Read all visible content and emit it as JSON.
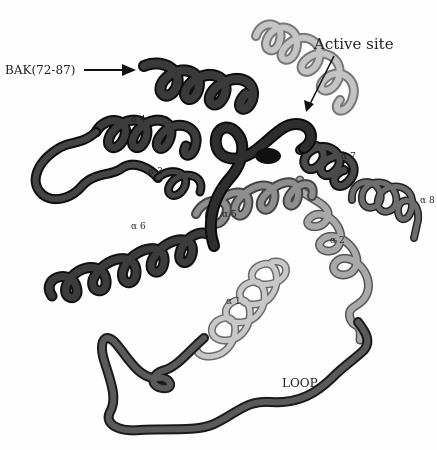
{
  "labels": {
    "bak": "BAK(72-87)",
    "active_site": "Active site",
    "a4": "α 4",
    "a3": "α 3",
    "a6": "α 6",
    "a5": "α 5",
    "a7": "α 7",
    "a8": "α 8",
    "a2": "α 2",
    "a1": "α 1",
    "loop": "LOOP"
  },
  "colors": {
    "dark_ribbon": "#3c3c3c",
    "dark_edge": "#1a1a1a",
    "mid_ribbon": "#6e6e6e",
    "light_ribbon": "#a9a9a9",
    "pale_ribbon": "#c8c8c8",
    "arrow": "#111111"
  }
}
